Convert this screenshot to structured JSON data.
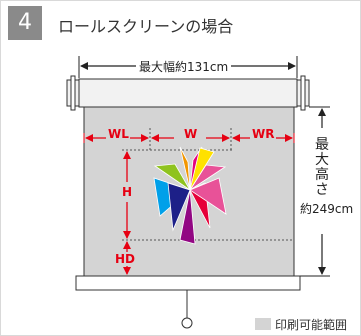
{
  "section": {
    "number": "4",
    "title": "ロールスクリーンの場合"
  },
  "dimensions": {
    "max_width": "最大幅約131cm",
    "max_height_vertical": [
      "最",
      "大",
      "高",
      "さ"
    ],
    "max_height_value": "約249cm"
  },
  "labels": {
    "wl": "WL",
    "w": "W",
    "wr": "WR",
    "h": "H",
    "hd": "HD"
  },
  "legend": {
    "printable_area": "印刷可能範囲"
  },
  "colors": {
    "badge": "#8a8a8a",
    "screen": "#d4d4d4",
    "roller": "#f2f2f2",
    "dimension_red": "#e60012",
    "petals": [
      "#e4007f",
      "#f29600",
      "#ffe100",
      "#8fc31f",
      "#00a0e9",
      "#1d2088",
      "#920783",
      "#e85298"
    ]
  }
}
